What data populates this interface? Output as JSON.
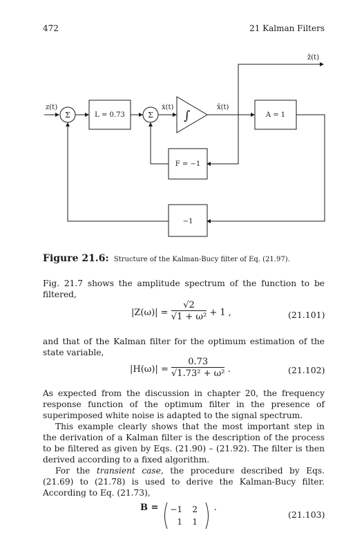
{
  "header": {
    "page_number": "472",
    "running_title": "21 Kalman Filters"
  },
  "diagram": {
    "labels": {
      "input": "z(t)",
      "sum1": "Σ",
      "gain_block": "L = 0.73",
      "sum2": "Σ",
      "xdot": "ẋ(t)",
      "integrator": "∫",
      "xhat": "x̂(t)",
      "output_block": "A = 1",
      "output": "ẑ(t)",
      "feedback_block": "F = −1",
      "neg_block": "−1"
    }
  },
  "caption": {
    "label": "Figure 21.6:",
    "text": "Structure of the Kalman-Bucy filter of Eq. (21.97)."
  },
  "para1": "Fig. 21.7 shows the amplitude spectrum of the function to be filtered,",
  "eq1": {
    "lhs": "|Z(ω)| =",
    "num": "√2",
    "den": "√1 + ω²",
    "rest": "+ 1 ,",
    "number": "(21.101)"
  },
  "para2": "and that of the Kalman filter for the optimum estimation of the state variable,",
  "eq2": {
    "lhs": "|H(ω)| =",
    "num": "0.73",
    "den": "√1.73² + ω²",
    "rest": ".",
    "number": "(21.102)"
  },
  "para3": "As expected from the discussion in chapter 20, the frequency response function of the optimum filter in the presence of superimposed white noise is adapted to the signal spectrum.",
  "para4": "This example clearly shows that the most important step in the derivation of a Kalman filter is the description of the process to be filtered as given by Eqs. (21.90) – (21.92). The filter is then derived according to a fixed algorithm.",
  "para5": {
    "lead": "For the",
    "emph": "transient case,",
    "rest": "the procedure described by Eqs. (21.69) to (21.78) is used to derive the Kalman-Bucy filter. According to Eq. (21.73),"
  },
  "eq3": {
    "lhs": "B =",
    "matrix": [
      [
        "−1",
        "2"
      ],
      [
        "1",
        "1"
      ]
    ],
    "rest": ".",
    "number": "(21.103)"
  }
}
